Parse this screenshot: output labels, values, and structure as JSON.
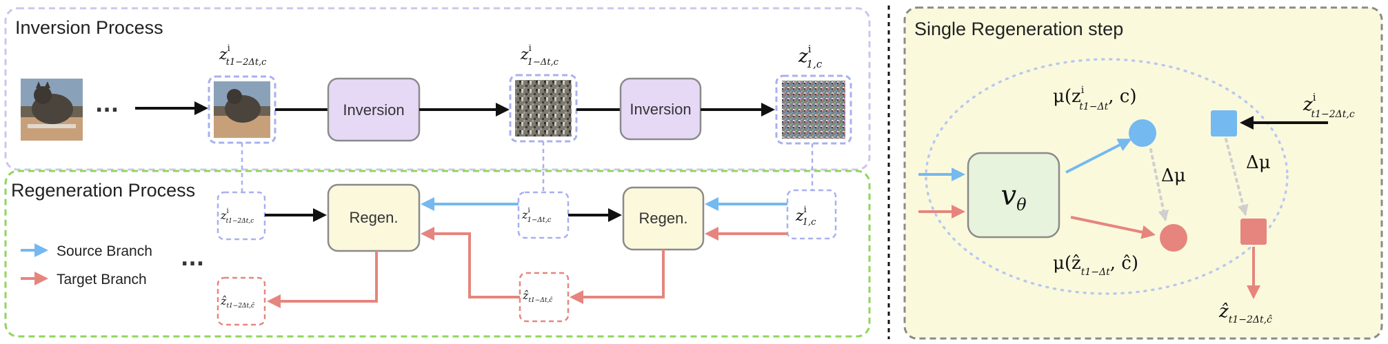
{
  "panels": {
    "inversion_title": "Inversion Process",
    "regeneration_title": "Regeneration Process",
    "step_title": "Single Regeneration step"
  },
  "blocks": {
    "inversion": "Inversion",
    "regen": "Regen.",
    "network_main": "v",
    "network_sub": "θ"
  },
  "legend": {
    "source": "Source Branch",
    "target": "Target Branch"
  },
  "ellipsis": "...",
  "latents": {
    "z_main": "z",
    "z_hat_main": "ẑ",
    "sup_i": "i",
    "sub_t1_2dt_c": "t1−2Δt,c",
    "sub_1_dt_c": "1−Δt,c",
    "sub_1_c": "1,c",
    "sub_t1_2dt_chat": "t1−2Δt,ĉ",
    "sub_t1_dt_chat": "t1−Δt,ĉ"
  },
  "step": {
    "mu_src_pre": "μ(z",
    "mu_src_sub": "t1−Δt",
    "mu_src_post": ", c)",
    "mu_tgt_pre": "μ(ẑ",
    "mu_tgt_sub": "t1−Δt",
    "mu_tgt_post": ", ĉ)",
    "delta_mu": "Δμ"
  },
  "colors": {
    "source": "#74b9f0",
    "target": "#e6857e",
    "arrow_dark": "#111111",
    "inversion_border": "#cfc4ec",
    "regeneration_border": "#8fd65a",
    "step_border": "#8a8a8a",
    "step_bg": "#fbf9dc",
    "inversion_block_fill": "#e6d9f6",
    "regen_block_fill": "#fbf8dc",
    "network_fill": "#e7f3dc",
    "latent_border": "#a8b0ee",
    "dotted_ellipse": "#b8c9ee"
  }
}
